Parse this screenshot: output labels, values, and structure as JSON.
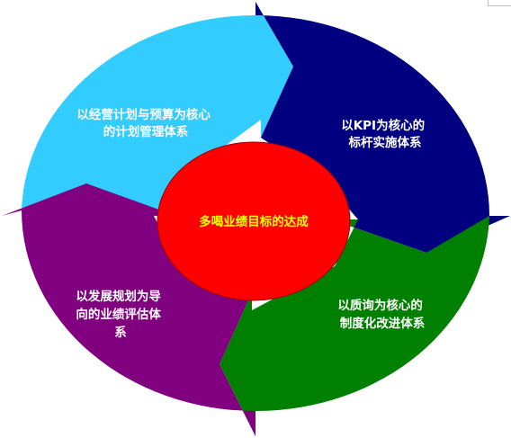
{
  "diagram": {
    "center": {
      "label": "多喝业绩目标的达成",
      "color": "#ff0000"
    },
    "quadrants": {
      "top_left": {
        "lines": [
          "以经营计划与预算为核心",
          "的计划管理体系"
        ],
        "color": "#33ccff"
      },
      "top_right": {
        "lines": [
          "以KPI为核心的",
          "标杆实施体系"
        ],
        "color": "#000080"
      },
      "bottom_right": {
        "lines": [
          "以质询为核心的",
          "制度化改进体系"
        ],
        "color": "#008000"
      },
      "bottom_left": {
        "lines": [
          "以发展规划为导",
          "向的业绩评估体",
          "系"
        ],
        "color": "#800080"
      }
    }
  }
}
